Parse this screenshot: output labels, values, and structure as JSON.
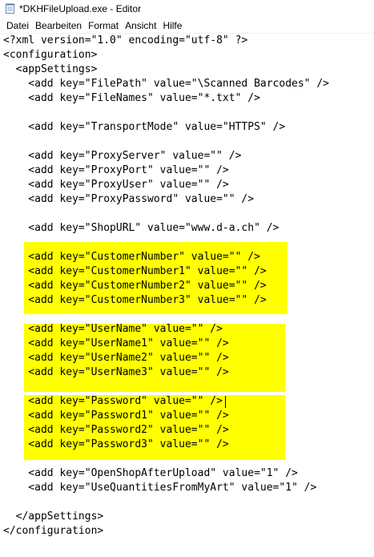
{
  "window": {
    "title": "*DKHFileUpload.exe - Editor"
  },
  "menu": {
    "items": [
      "Datei",
      "Bearbeiten",
      "Format",
      "Ansicht",
      "Hilfe"
    ]
  },
  "editor": {
    "highlight_color": "#ffff00",
    "lines": [
      "<?xml version=\"1.0\" encoding=\"utf-8\" ?>",
      "<configuration>",
      "  <appSettings>",
      "    <add key=\"FilePath\" value=\"\\Scanned Barcodes\" />",
      "    <add key=\"FileNames\" value=\"*.txt\" />",
      "",
      "    <add key=\"TransportMode\" value=\"HTTPS\" />",
      "",
      "    <add key=\"ProxyServer\" value=\"\" />",
      "    <add key=\"ProxyPort\" value=\"\" />",
      "    <add key=\"ProxyUser\" value=\"\" />",
      "    <add key=\"ProxyPassword\" value=\"\" />",
      "",
      "    <add key=\"ShopURL\" value=\"www.d-a.ch\" />",
      "",
      "    <add key=\"CustomerNumber\" value=\"\" />",
      "    <add key=\"CustomerNumber1\" value=\"\" />",
      "    <add key=\"CustomerNumber2\" value=\"\" />",
      "    <add key=\"CustomerNumber3\" value=\"\" />",
      "",
      "    <add key=\"UserName\" value=\"\" />",
      "    <add key=\"UserName1\" value=\"\" />",
      "    <add key=\"UserName2\" value=\"\" />",
      "    <add key=\"UserName3\" value=\"\" />",
      "",
      "    <add key=\"Password\" value=\"\" />",
      "    <add key=\"Password1\" value=\"\" />",
      "    <add key=\"Password2\" value=\"\" />",
      "    <add key=\"Password3\" value=\"\" />",
      "",
      "    <add key=\"OpenShopAfterUpload\" value=\"1\" />",
      "    <add key=\"UseQuantitiesFromMyArt\" value=\"1\" />",
      "",
      "  </appSettings>",
      "</configuration>"
    ]
  }
}
